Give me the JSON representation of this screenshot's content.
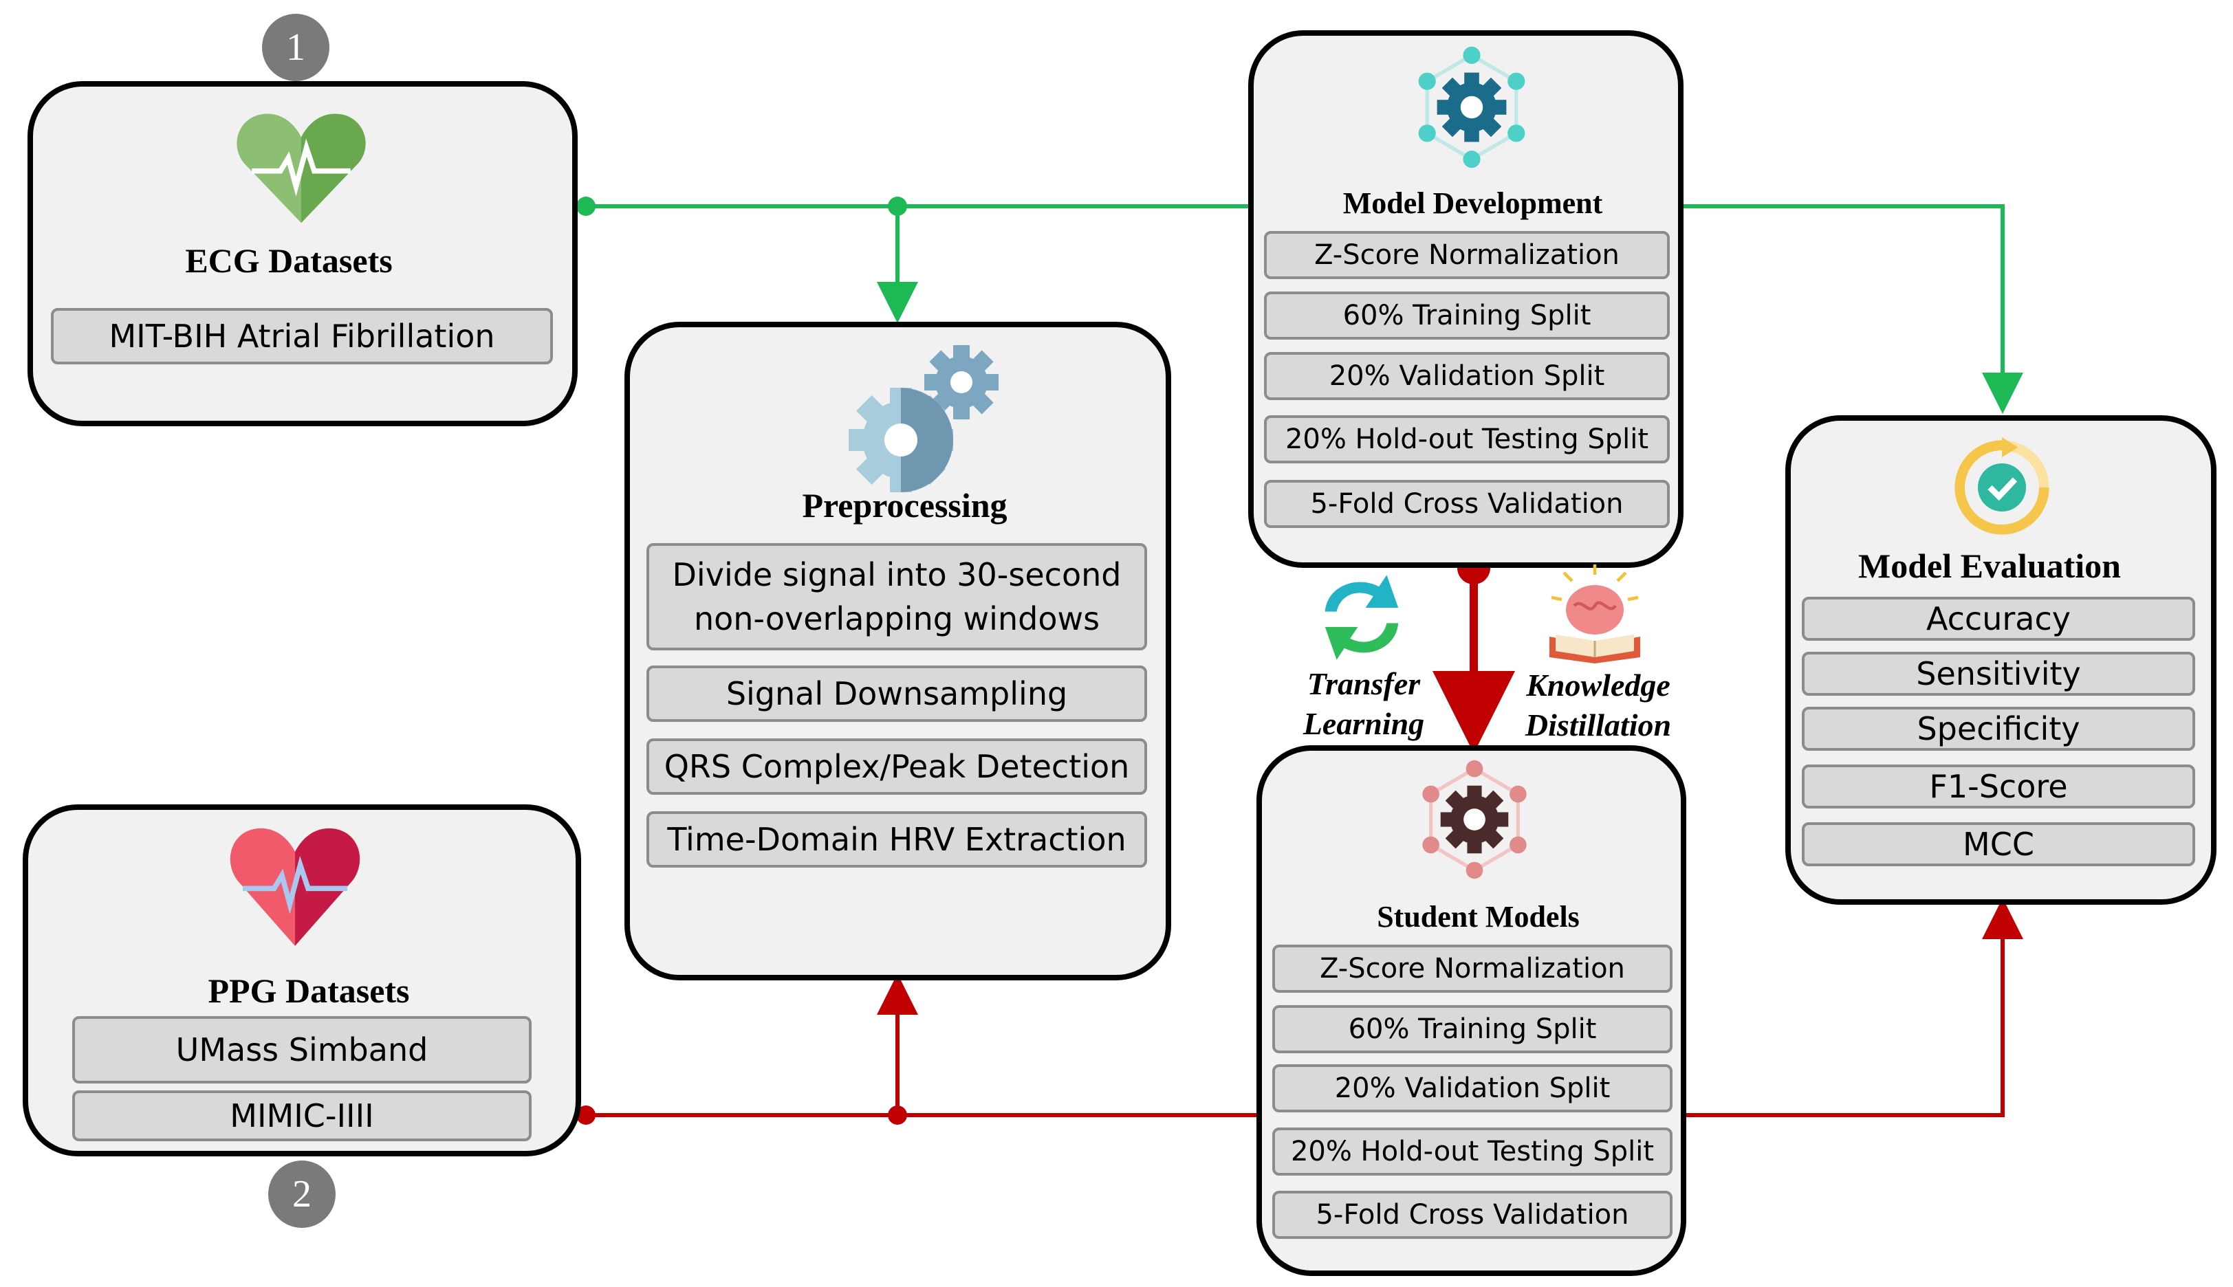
{
  "badges": {
    "ecg": "1",
    "ppg": "2"
  },
  "ecg": {
    "title": "ECG Datasets",
    "items": [
      "MIT-BIH Atrial Fibrillation"
    ]
  },
  "ppg": {
    "title": "PPG Datasets",
    "items": [
      "UMass Simband",
      "MIMIC-IIII"
    ]
  },
  "preprocessing": {
    "title": "Preprocessing",
    "items": [
      "Divide signal into 30-second non-overlapping windows",
      "Signal Downsampling",
      "QRS Complex/Peak Detection",
      "Time-Domain HRV Extraction"
    ]
  },
  "model_development": {
    "title": "Model Development",
    "items": [
      "Z-Score Normalization",
      "60% Training Split",
      "20% Validation Split",
      "20% Hold-out Testing Split",
      "5-Fold Cross Validation"
    ]
  },
  "student_models": {
    "title": "Student Models",
    "items": [
      "Z-Score Normalization",
      "60% Training Split",
      "20% Validation Split",
      "20% Hold-out Testing Split",
      "5-Fold Cross Validation"
    ]
  },
  "model_evaluation": {
    "title": "Model Evaluation",
    "items": [
      "Accuracy",
      "Sensitivity",
      "Specificity",
      "F1-Score",
      "MCC"
    ]
  },
  "labels": {
    "transfer_learning": "Transfer\nLearning",
    "knowledge_distillation": "Knowledge\nDistillation"
  },
  "colors": {
    "ecg_path": "#1db954",
    "ppg_path": "#c00000",
    "ecg_heart": "#6aa84f",
    "ppg_heart": "#e8334a",
    "box_fill": "#f1f1f1",
    "item_fill": "#d9d9d9"
  },
  "icons": {
    "ecg": "heart-ecg-icon",
    "ppg": "heart-ppg-icon",
    "preprocessing": "gears-icon",
    "model_development": "network-gear-icon",
    "student_models": "network-gear-icon",
    "model_evaluation": "check-cycle-icon",
    "transfer_learning": "transfer-arrows-icon",
    "knowledge_distillation": "brain-book-icon"
  }
}
